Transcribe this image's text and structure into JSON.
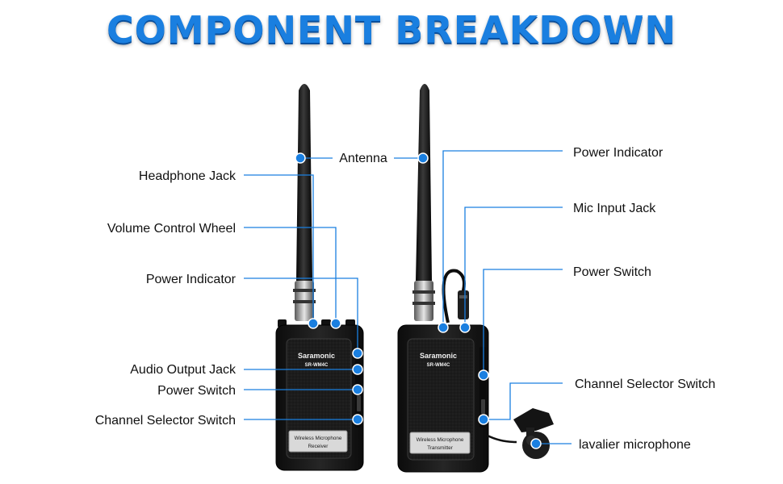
{
  "title": "COMPONENT BREAKDOWN",
  "receiver": {
    "brand": "Saramonic",
    "model": "SR-WM4C",
    "plate_line1": "Wireless Microphone",
    "plate_line2": "Receiver"
  },
  "transmitter": {
    "brand": "Saramonic",
    "model": "SR-WM4C",
    "plate_line1": "Wireless Microphone",
    "plate_line2": "Transmitter"
  },
  "labels": {
    "antenna": "Antenna",
    "headphone_jack": "Headphone Jack",
    "volume_control_wheel": "Volume Control Wheel",
    "rx_power_indicator": "Power Indicator",
    "audio_output_jack": "Audio Output Jack",
    "rx_power_switch": "Power Switch",
    "rx_channel_selector": "Channel Selector Switch",
    "tx_power_indicator": "Power Indicator",
    "mic_input_jack": "Mic Input Jack",
    "tx_power_switch": "Power Switch",
    "tx_channel_selector": "Channel Selector Switch",
    "lavalier_microphone": "lavalier microphone"
  },
  "colors": {
    "accent": "#1a7fe0",
    "device_body": "#141414"
  }
}
